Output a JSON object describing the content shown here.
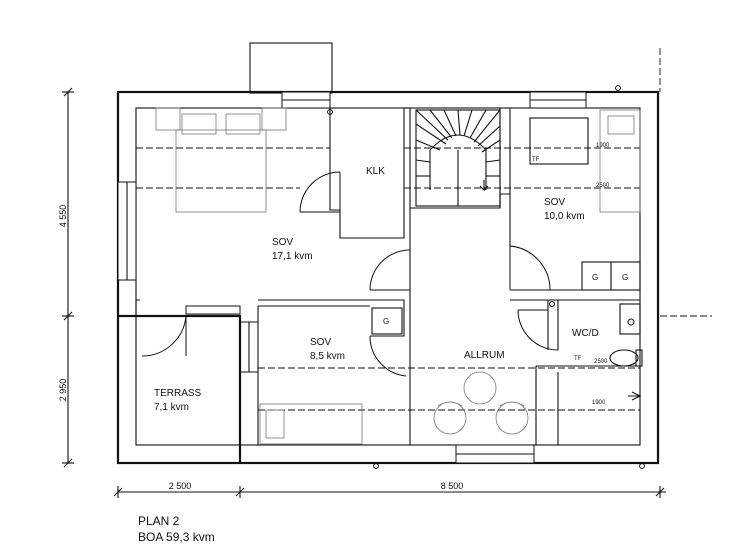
{
  "plan": {
    "title": "PLAN 2",
    "area": "BOA 59,3 kvm"
  },
  "rooms": {
    "sov1": {
      "name": "SOV",
      "area": "17,1 kvm"
    },
    "klk": {
      "name": "KLK"
    },
    "sov2": {
      "name": "SOV",
      "area": "10,0 kvm"
    },
    "sov3": {
      "name": "SOV",
      "area": "8,5 kvm"
    },
    "allrum": {
      "name": "ALLRUM"
    },
    "terrass": {
      "name": "TERRASS",
      "area": "7,1 kvm"
    },
    "wc": {
      "name": "WC/D"
    }
  },
  "fixtures": {
    "tf_top": "TF",
    "tf_wc": "TF",
    "g1": "G",
    "g2": "G",
    "g_sov3": "G"
  },
  "heights": {
    "h1900_top": "1900",
    "h2500_top": "2500",
    "h2500_wc": "2500",
    "h1900_right": "1900"
  },
  "dimensions": {
    "left_upper": "4 550",
    "left_lower": "2 950",
    "bottom_left": "2 500",
    "bottom_right": "8 500"
  }
}
